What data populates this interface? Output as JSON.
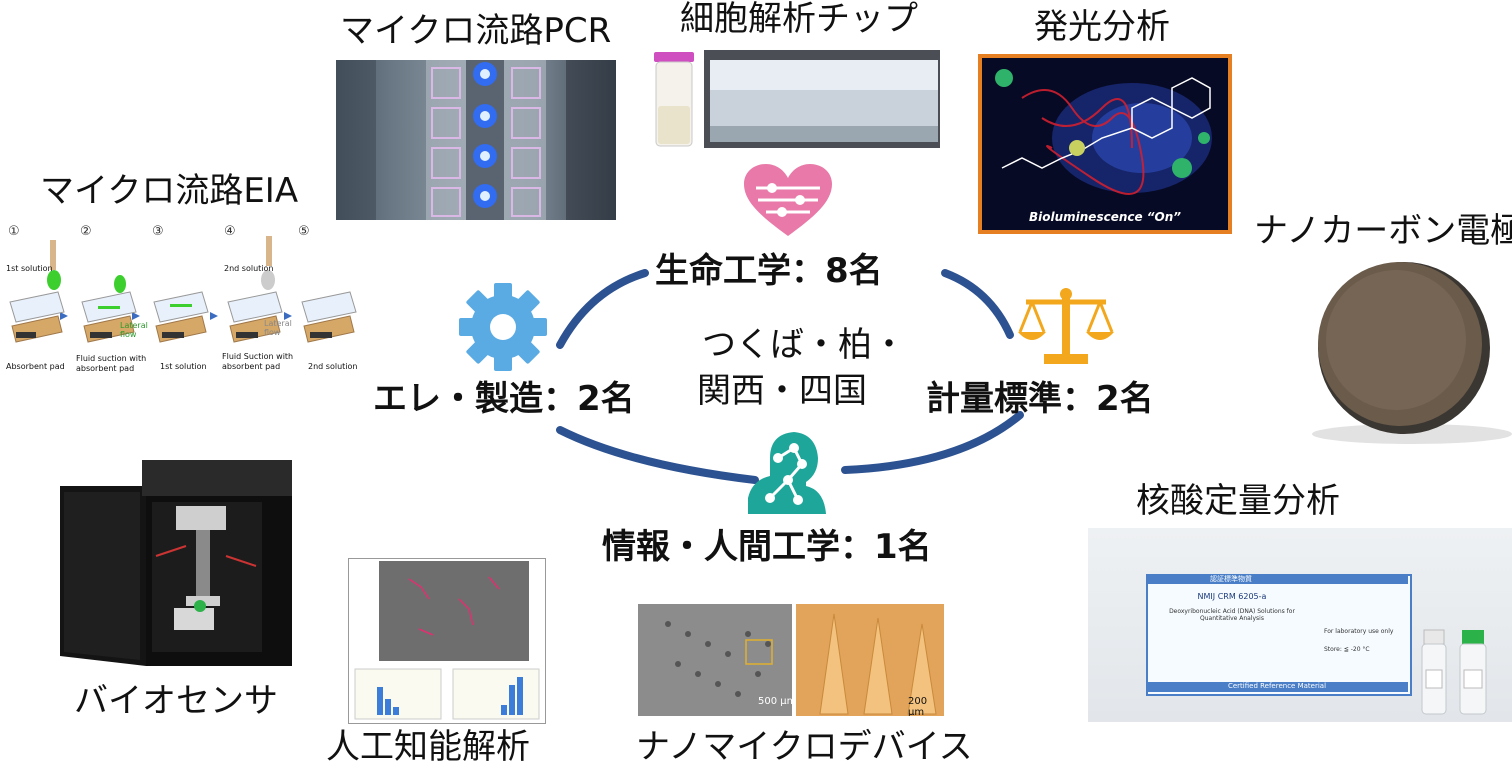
{
  "center": {
    "locations_line1": "つくば・柏・",
    "locations_line2": "関西・四国",
    "groups": {
      "top": "生命工学：8名",
      "left": "エレ・製造：2名",
      "right": "計量標準：2名",
      "bottom": "情報・人間工学：1名"
    }
  },
  "topics": {
    "micro_pcr": "マイクロ流路PCR",
    "cell_chip": "細胞解析チップ",
    "luminescence": "発光分析",
    "micro_eia": "マイクロ流路EIA",
    "nanocarbon": "ナノカーボン電極",
    "nucleic_acid": "核酸定量分析",
    "biosensor": "バイオセンサ",
    "ai_analysis": "人工知能解析",
    "nanomicro": "ナノマイクロデバイス"
  },
  "image_text": {
    "bioluminescence_caption": "Bioluminescence “On”",
    "eia_steps": [
      "①",
      "②",
      "③",
      "④",
      "⑤"
    ],
    "eia_first_solution": "1st solution",
    "eia_second_solution": "2nd solution",
    "eia_absorbent_pad": "Absorbent pad",
    "eia_fluid_suction": "Fluid suction with absorbent pad",
    "eia_lateral_flow": "Lateral flow",
    "eia_first_solution_b": "1st solution",
    "eia_fluid_suction_b": "Fluid Suction with absorbent pad",
    "eia_lateral_flow_b": "Lateral flow",
    "eia_second_solution_b": "2nd solution",
    "scale_500": "500 µm",
    "scale_200": "200 µm",
    "crm_header": "認証標準物質",
    "crm_title": "NMIJ CRM 6205-a",
    "crm_line_dna": "Deoxyribonucleic Acid (DNA) Solutions for Quantitative Analysis",
    "crm_lab_use": "For laboratory use only",
    "crm_store": "Store: ≦ -20 °C",
    "crm_footer": "Certified Reference Material"
  },
  "colors": {
    "ellipse": "#2d5291",
    "gear": "#5aabe3",
    "heart": "#e879a8",
    "scale": "#f2a71c",
    "person": "#1ea69a",
    "lum_border": "#e67e22"
  }
}
